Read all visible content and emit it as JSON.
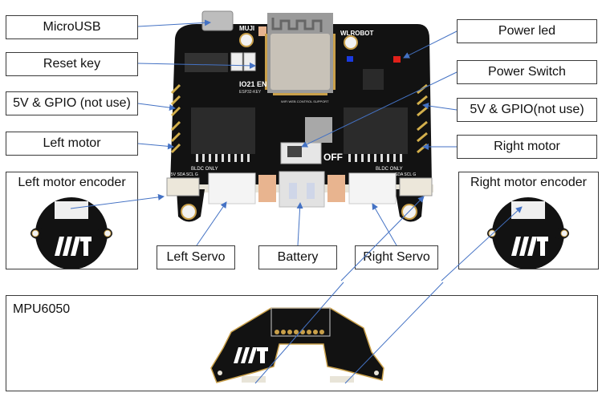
{
  "labels": {
    "microusb": "MicroUSB",
    "reset_key": "Reset key",
    "gpio_left": "5V & GPIO (not use)",
    "left_motor": "Left motor",
    "power_led": "Power led",
    "power_switch": "Power Switch",
    "gpio_right": "5V & GPIO(not use)",
    "right_motor": "Right motor",
    "left_servo": "Left Servo",
    "battery": "Battery",
    "right_servo": "Right Servo"
  },
  "panels": {
    "left_encoder": "Left motor encoder",
    "right_encoder": "Right motor encoder",
    "mpu": "MPU6050"
  },
  "board": {
    "brand": "WLROBOT",
    "muji": "MUJI",
    "key_label": "IO21 EN",
    "key_sub": "ESP32-KEY",
    "wifi_text": "WIFI WEB CONTROL SUPPORT",
    "switch_text": "OFF",
    "bldc_left": "BLDC ONLY",
    "bldc_right": "BLDC ONLY",
    "i2c_left": "5V SDA SCL G",
    "i2c_right": "SDA SCL G"
  },
  "colors": {
    "pcb": "#111111",
    "gold": "#c9a04a",
    "arrow": "#4472c4",
    "led_power": "#e0201a",
    "led_status": "#1a3ae0"
  }
}
